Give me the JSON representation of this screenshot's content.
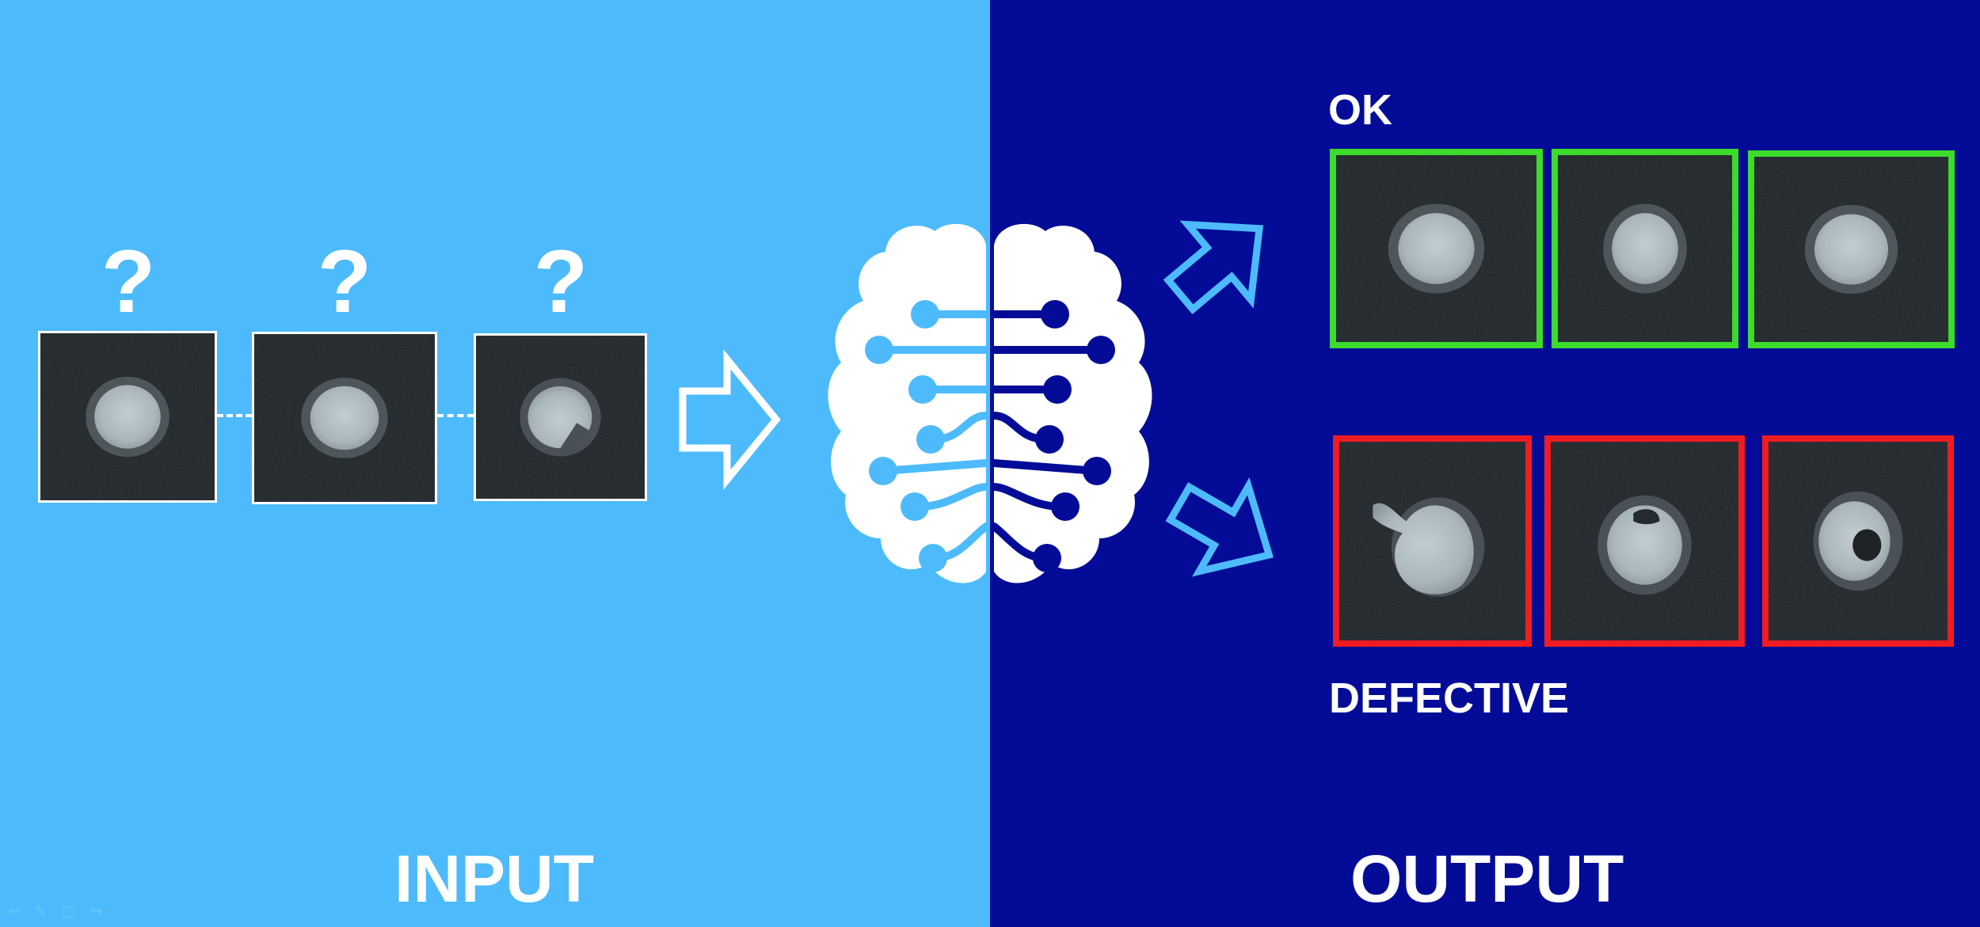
{
  "input_label": "INPUT",
  "output_label": "OUTPUT",
  "ok_label": "OK",
  "defective_label": "DEFECTIVE",
  "question_marks": [
    "?",
    "?",
    "?"
  ],
  "colors": {
    "input_background": "#4dbbfb",
    "output_background": "#040c97",
    "ok_border": "#3ddb2c",
    "defective_border": "#ef1c22",
    "text": "#ffffff",
    "arrow_outline_output": "#4dbbfb"
  },
  "icons": {
    "center": "brain-circuit-icon",
    "input_to_model": "right-arrow-outline-icon",
    "model_to_ok": "up-right-arrow-outline-icon",
    "model_to_defective": "down-right-arrow-outline-icon"
  },
  "input_samples": [
    {
      "kind": "round-blob"
    },
    {
      "kind": "round-blob"
    },
    {
      "kind": "notched-blob"
    }
  ],
  "ok_samples": [
    {
      "kind": "round-blob"
    },
    {
      "kind": "round-blob"
    },
    {
      "kind": "round-blob"
    }
  ],
  "defective_samples": [
    {
      "kind": "blob-with-tail"
    },
    {
      "kind": "blob-with-void"
    },
    {
      "kind": "blob-with-hole"
    }
  ],
  "toolbar_ghost_icons": [
    "back-arrow-icon",
    "pen-icon",
    "comment-icon",
    "forward-arrow-icon"
  ]
}
